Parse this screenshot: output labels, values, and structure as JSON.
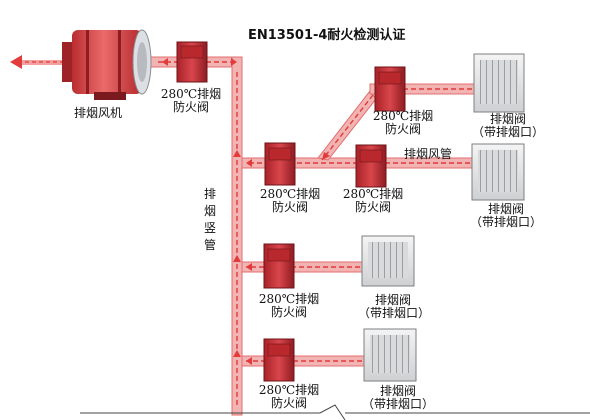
{
  "title": "EN13501-4耐火检测认证",
  "fan": {
    "label": "排烟风机",
    "icon": "exhaust-fan-icon"
  },
  "riser": {
    "label": "排烟竖管",
    "chars": [
      "排",
      "烟",
      "竖",
      "管"
    ]
  },
  "duct_label": "排烟风管",
  "damper": {
    "label_line1": "280℃排烟",
    "label_line2": "防火阀",
    "icon": "fire-damper-icon"
  },
  "valve": {
    "label_line1": "排烟阀",
    "label_line2": "（带排烟口）",
    "icon": "smoke-vent-icon"
  },
  "colors": {
    "duct": "#f2b3b3",
    "duct_edge": "#e46c6c",
    "damper": "#c8343a",
    "fan": "#d94040",
    "arrow": "#e23b3b"
  }
}
